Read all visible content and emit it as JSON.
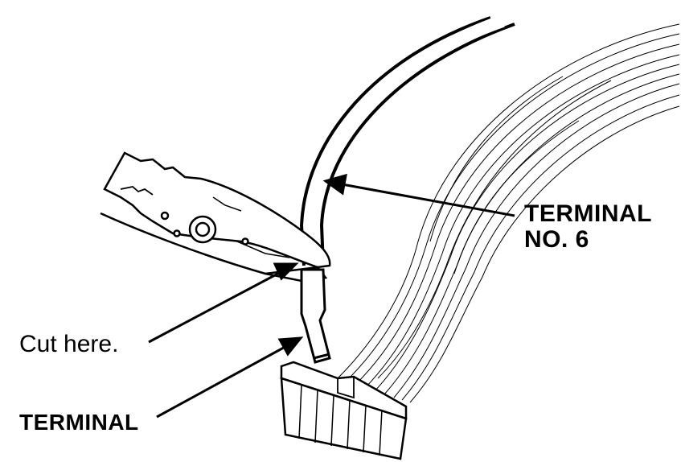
{
  "labels": {
    "terminal_no6_line1": "TERMINAL",
    "terminal_no6_line2": "NO. 6",
    "cut_here": "Cut here.",
    "terminal": "TERMINAL"
  },
  "colors": {
    "ink": "#000000",
    "paper": "#ffffff"
  }
}
